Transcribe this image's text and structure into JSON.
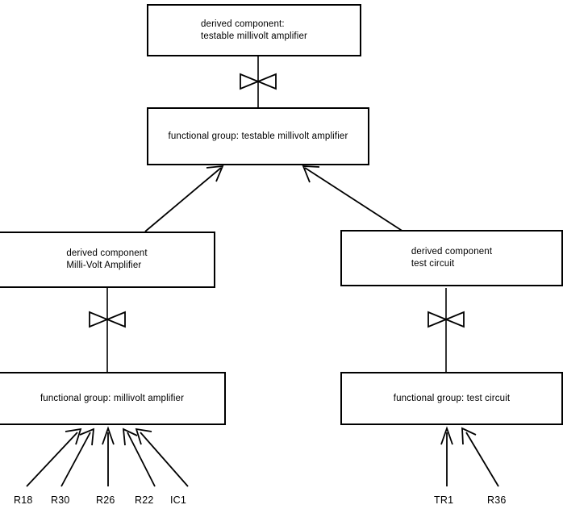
{
  "diagram": {
    "title": "derived component decomposition: testable millivolt amplifier",
    "background_color": "#ffffff",
    "stroke_color": "#000000",
    "nodes": [
      {
        "id": "derived-testable-millivolt-amplifier",
        "label": "derived component:\ntestable millivolt amplifier",
        "kind": "derived component",
        "align": "center"
      },
      {
        "id": "fg-testable-millivolt-amplifier",
        "label": "functional group: testable millivolt amplifier",
        "kind": "functional group",
        "align": "center"
      },
      {
        "id": "derived-milli-volt-amplifier",
        "label": "derived component\nMilli-Volt Amplifier",
        "kind": "derived component",
        "align": "left"
      },
      {
        "id": "derived-test-circuit",
        "label": "derived component\ntest circuit",
        "kind": "derived component",
        "align": "left"
      },
      {
        "id": "fg-millivolt-amplifier",
        "label": "functional group: millivolt amplifier",
        "kind": "functional group",
        "align": "center"
      },
      {
        "id": "fg-test-circuit",
        "label": "functional group: test circuit",
        "kind": "functional group",
        "align": "center"
      }
    ],
    "terminal_labels": [
      {
        "id": "r18",
        "label": "R18",
        "target": "fg-millivolt-amplifier"
      },
      {
        "id": "r30",
        "label": "R30",
        "target": "fg-millivolt-amplifier"
      },
      {
        "id": "r26",
        "label": "R26",
        "target": "fg-millivolt-amplifier"
      },
      {
        "id": "r22",
        "label": "R22",
        "target": "fg-millivolt-amplifier"
      },
      {
        "id": "ic1",
        "label": "IC1",
        "target": "fg-millivolt-amplifier"
      },
      {
        "id": "tr1",
        "label": "TR1",
        "target": "fg-test-circuit"
      },
      {
        "id": "r36",
        "label": "R36",
        "target": "fg-test-circuit"
      }
    ],
    "connectors": [
      {
        "id": "realization-testable-amplifier",
        "type": "bowtie-link",
        "from": "derived-testable-millivolt-amplifier",
        "to": "fg-testable-millivolt-amplifier"
      },
      {
        "id": "realization-milli-volt-amplifier",
        "type": "bowtie-link",
        "from": "derived-milli-volt-amplifier",
        "to": "fg-millivolt-amplifier"
      },
      {
        "id": "realization-test-circuit",
        "type": "bowtie-link",
        "from": "derived-test-circuit",
        "to": "fg-test-circuit"
      },
      {
        "id": "aggregation-amplifier-into-group",
        "type": "open-arrow",
        "from": "derived-milli-volt-amplifier",
        "to": "fg-testable-millivolt-amplifier"
      },
      {
        "id": "aggregation-test-circuit-into-group",
        "type": "open-arrow",
        "from": "derived-test-circuit",
        "to": "fg-testable-millivolt-amplifier"
      }
    ]
  }
}
